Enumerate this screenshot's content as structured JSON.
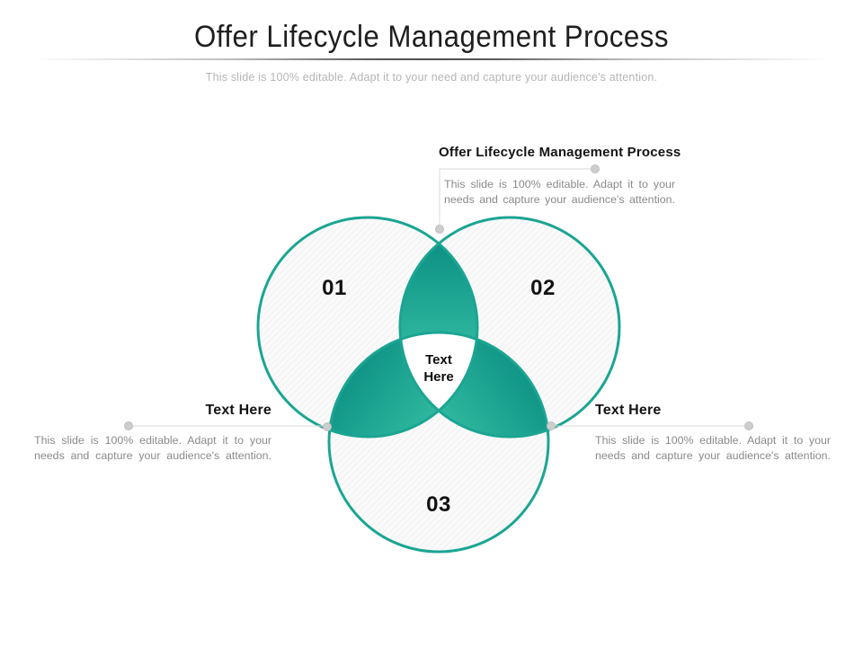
{
  "slide": {
    "title": "Offer Lifecycle Management Process",
    "subtitle": "This slide is 100% editable. Adapt it to your need and capture your audience's attention."
  },
  "venn": {
    "label_01": "01",
    "label_02": "02",
    "label_03": "03",
    "center_label": "Text Here"
  },
  "callouts": {
    "top": {
      "heading": "Offer Lifecycle Management Process",
      "line1": "This slide is 100% editable. Adapt it to your",
      "line2": "needs and capture your audience's attention."
    },
    "left": {
      "heading": "Text Here",
      "line1": "This slide is 100% editable. Adapt it to your",
      "line2": "needs and capture your audience's attention."
    },
    "right": {
      "heading": "Text Here",
      "line1": "This slide is 100% editable. Adapt it to your",
      "line2": "needs and capture your audience's attention."
    }
  },
  "colors": {
    "teal": "#1BA593",
    "petal_dark": "#0D9184",
    "petal_light": "#2EB69E",
    "hatch_bg": "#FAFAFA",
    "hatch_line": "#ECECEC",
    "connector_line": "#D9D9D9",
    "dot_fill": "#CDCDCD"
  }
}
